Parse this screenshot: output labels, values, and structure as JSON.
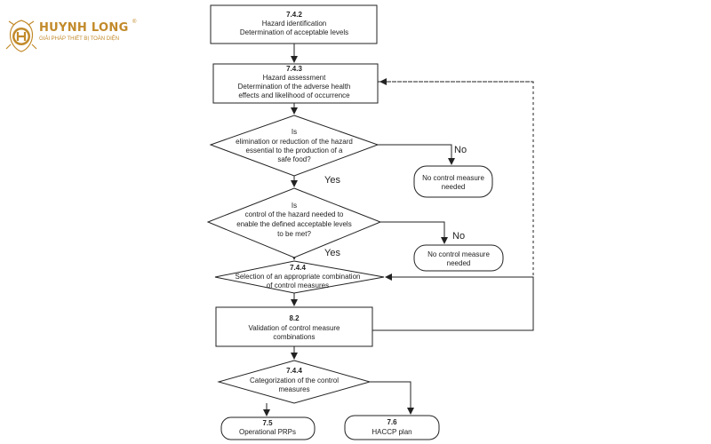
{
  "logo": {
    "brand": "HUYNH LONG",
    "registered": "®",
    "tagline": "GIẢI PHÁP THIẾT BỊ TOÀN DIỆN",
    "color": "#c28a2a"
  },
  "flowchart": {
    "box_742": {
      "code": "7.4.2",
      "lines": [
        "Hazard identification",
        "Determination of acceptable levels"
      ]
    },
    "box_743": {
      "code": "7.4.3",
      "lines": [
        "Hazard assessment",
        "Determination of the adverse health",
        "effects and likelihood of occurrence"
      ]
    },
    "decision_1": {
      "lines": [
        "Is",
        "elimination or reduction of the hazard",
        "essential to the production of a",
        "safe food?"
      ]
    },
    "no_1": {
      "label": "No",
      "lines": [
        "No control measure",
        "needed"
      ]
    },
    "yes_1": "Yes",
    "decision_2": {
      "lines": [
        "Is",
        "control of the hazard needed to",
        "enable the defined acceptable levels",
        "to be met?"
      ]
    },
    "no_2": {
      "label": "No",
      "lines": [
        "No control measure",
        "needed"
      ]
    },
    "yes_2": "Yes",
    "decision_744": {
      "code": "7.4.4",
      "lines": [
        "Selection of an appropriate combination",
        "of control measures"
      ]
    },
    "box_82": {
      "code": "8.2",
      "lines": [
        "Validation of control measure",
        "combinations"
      ]
    },
    "decision_744b": {
      "code": "7.4.4",
      "lines": [
        "Categorization of the control",
        "measures"
      ]
    },
    "out_75": {
      "code": "7.5",
      "label": "Operational PRPs"
    },
    "out_76": {
      "code": "7.6",
      "label": "HACCP plan"
    }
  }
}
